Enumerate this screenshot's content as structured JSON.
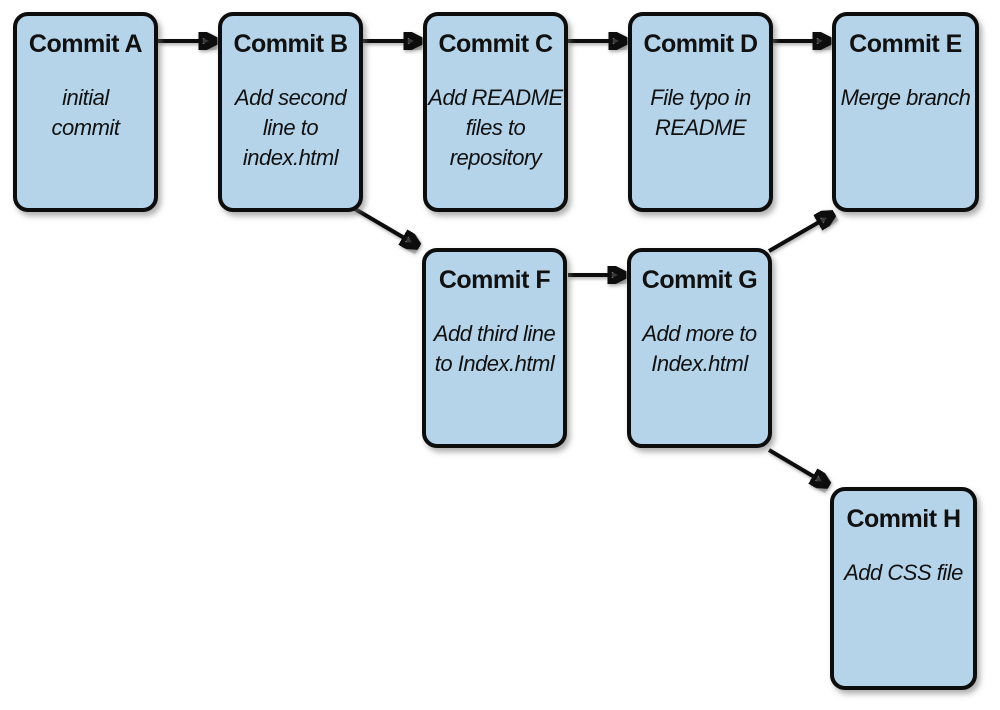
{
  "diagram": {
    "kind": "git-commit-graph",
    "colors": {
      "background": "#ffffff",
      "node_fill": "#b5d4ea",
      "node_border": "#0d0d0d",
      "arrow": "#0d0d0d"
    },
    "nodes": [
      {
        "id": "A",
        "title": "Commit A",
        "description": "initial\ncommit"
      },
      {
        "id": "B",
        "title": "Commit B",
        "description": "Add second\nline to\nindex.html"
      },
      {
        "id": "C",
        "title": "Commit C",
        "description": "Add README\nfiles to\nrepository"
      },
      {
        "id": "D",
        "title": "Commit D",
        "description": "File typo in\nREADME"
      },
      {
        "id": "E",
        "title": "Commit E",
        "description": "Merge branch"
      },
      {
        "id": "F",
        "title": "Commit F",
        "description": "Add third line\nto Index.html"
      },
      {
        "id": "G",
        "title": "Commit G",
        "description": "Add more to\nIndex.html"
      },
      {
        "id": "H",
        "title": "Commit H",
        "description": "Add CSS file"
      }
    ],
    "edges": [
      {
        "from": "A",
        "to": "B"
      },
      {
        "from": "B",
        "to": "C"
      },
      {
        "from": "C",
        "to": "D"
      },
      {
        "from": "D",
        "to": "E"
      },
      {
        "from": "B",
        "to": "F"
      },
      {
        "from": "F",
        "to": "G"
      },
      {
        "from": "G",
        "to": "E"
      },
      {
        "from": "G",
        "to": "H"
      }
    ]
  }
}
